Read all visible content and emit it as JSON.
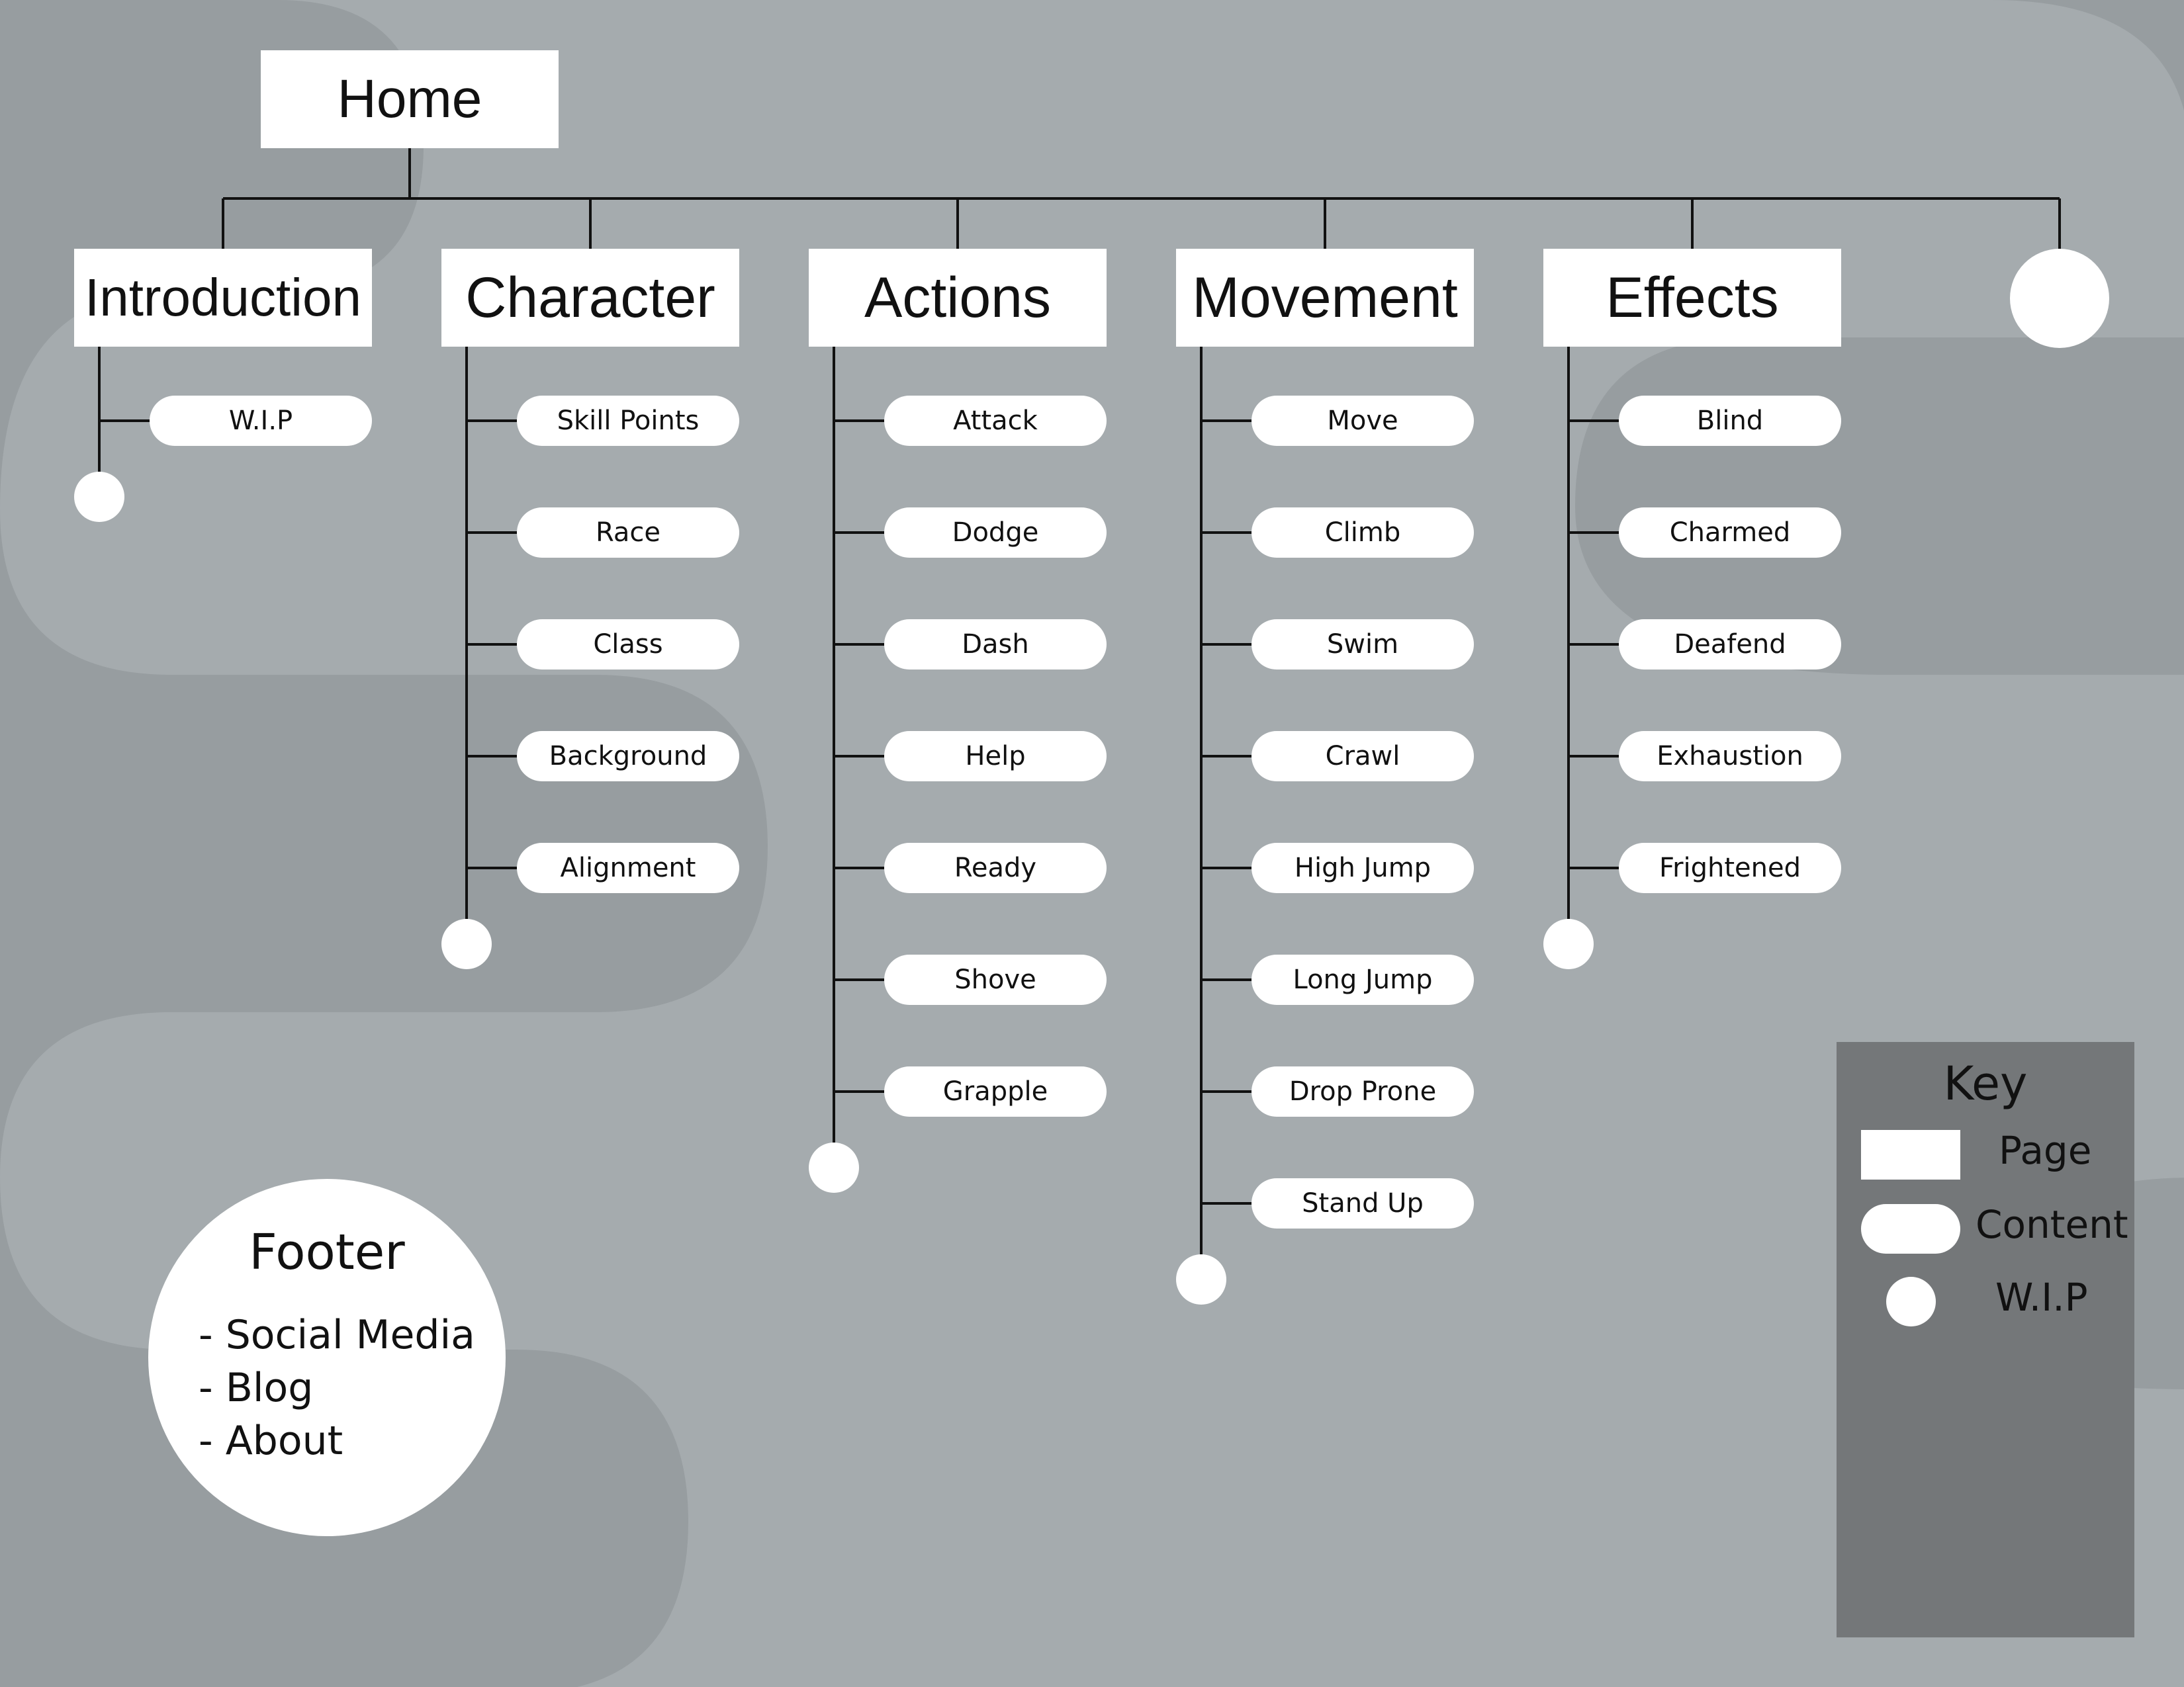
{
  "home": {
    "label": "Home"
  },
  "sections": [
    {
      "id": "introduction",
      "title": "Introduction",
      "items": [
        "W.I.P"
      ],
      "wip": true
    },
    {
      "id": "character",
      "title": "Character",
      "items": [
        "Skill Points",
        "Race",
        "Class",
        "Background",
        "Alignment"
      ],
      "wip": true
    },
    {
      "id": "actions",
      "title": "Actions",
      "items": [
        "Attack",
        "Dodge",
        "Dash",
        "Help",
        "Ready",
        "Shove",
        "Grapple"
      ],
      "wip": true
    },
    {
      "id": "movement",
      "title": "Movement",
      "items": [
        "Move",
        "Climb",
        "Swim",
        "Crawl",
        "High Jump",
        "Long Jump",
        "Drop Prone",
        "Stand Up"
      ],
      "wip": true
    },
    {
      "id": "effects",
      "title": "Effects",
      "items": [
        "Blind",
        "Charmed",
        "Deafend",
        "Exhaustion",
        "Frightened"
      ],
      "wip": true
    },
    {
      "id": "extra",
      "title": "",
      "items": [],
      "wip_node": true
    }
  ],
  "footer": {
    "title": "Footer",
    "items": [
      "- Social Media",
      "- Blog",
      "- About"
    ]
  },
  "key": {
    "title": "Key",
    "page_label": "Page",
    "content_label": "Content",
    "wip_label": "W.I.P"
  },
  "colors": {
    "background": "#a5abae",
    "background_band": "#979da0",
    "box": "#ffffff",
    "line": "#111111",
    "key_panel": "#747779"
  }
}
